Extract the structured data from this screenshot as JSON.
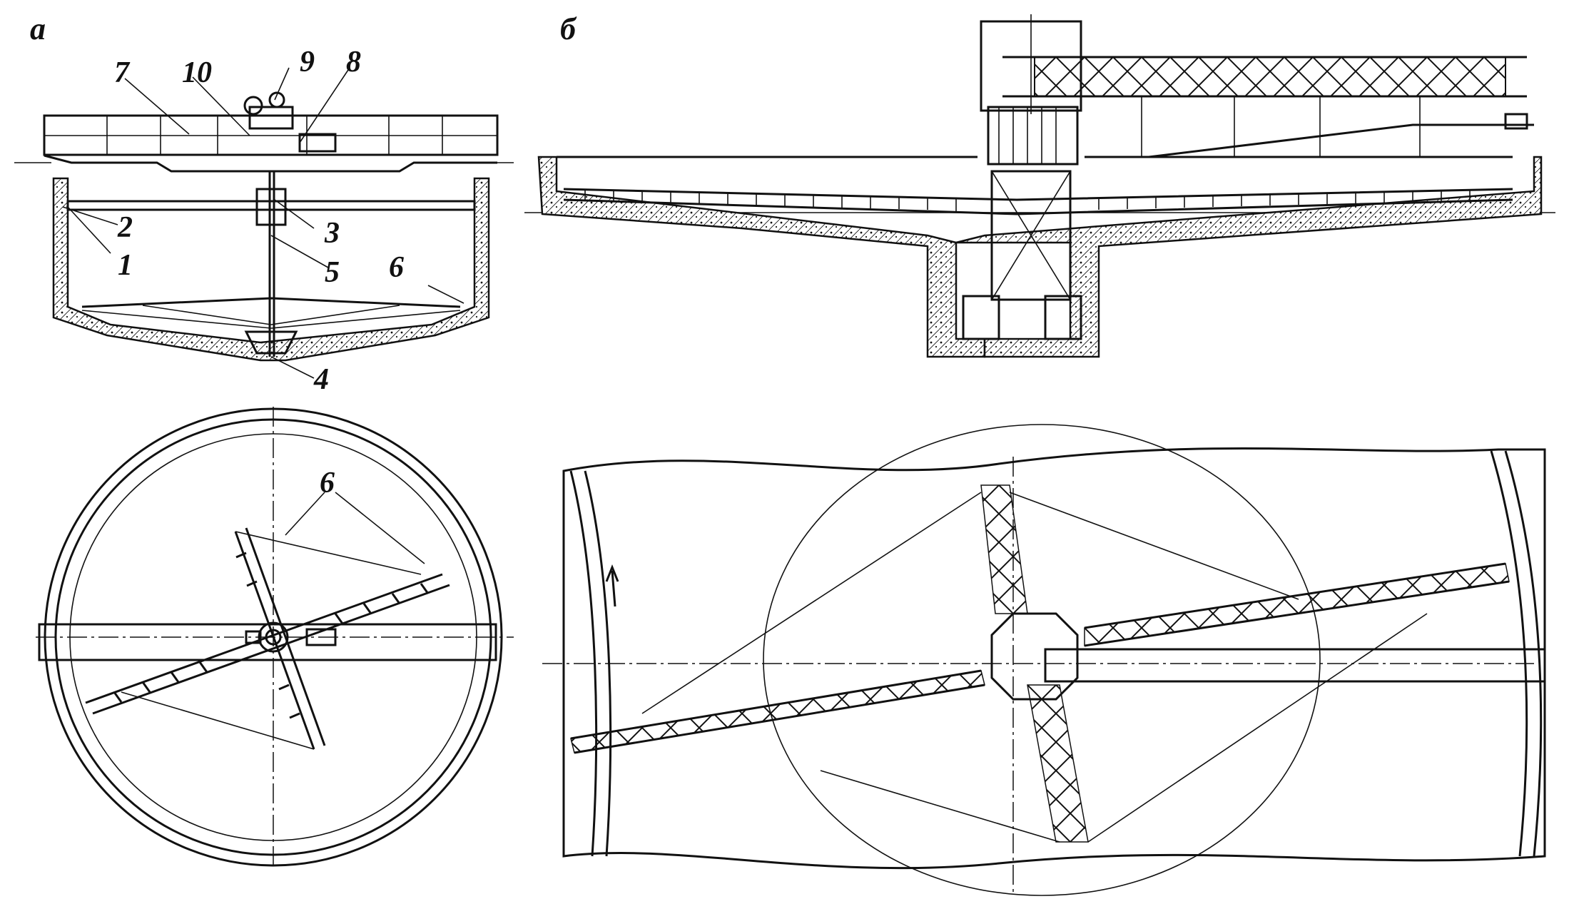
{
  "panels": {
    "a": "а",
    "b": "б"
  },
  "labels": {
    "l1": "1",
    "l2": "2",
    "l3": "3",
    "l4": "4",
    "l5": "5",
    "l6_section": "6",
    "l6_plan": "6",
    "l7": "7",
    "l8": "8",
    "l9": "9",
    "l10": "10"
  }
}
